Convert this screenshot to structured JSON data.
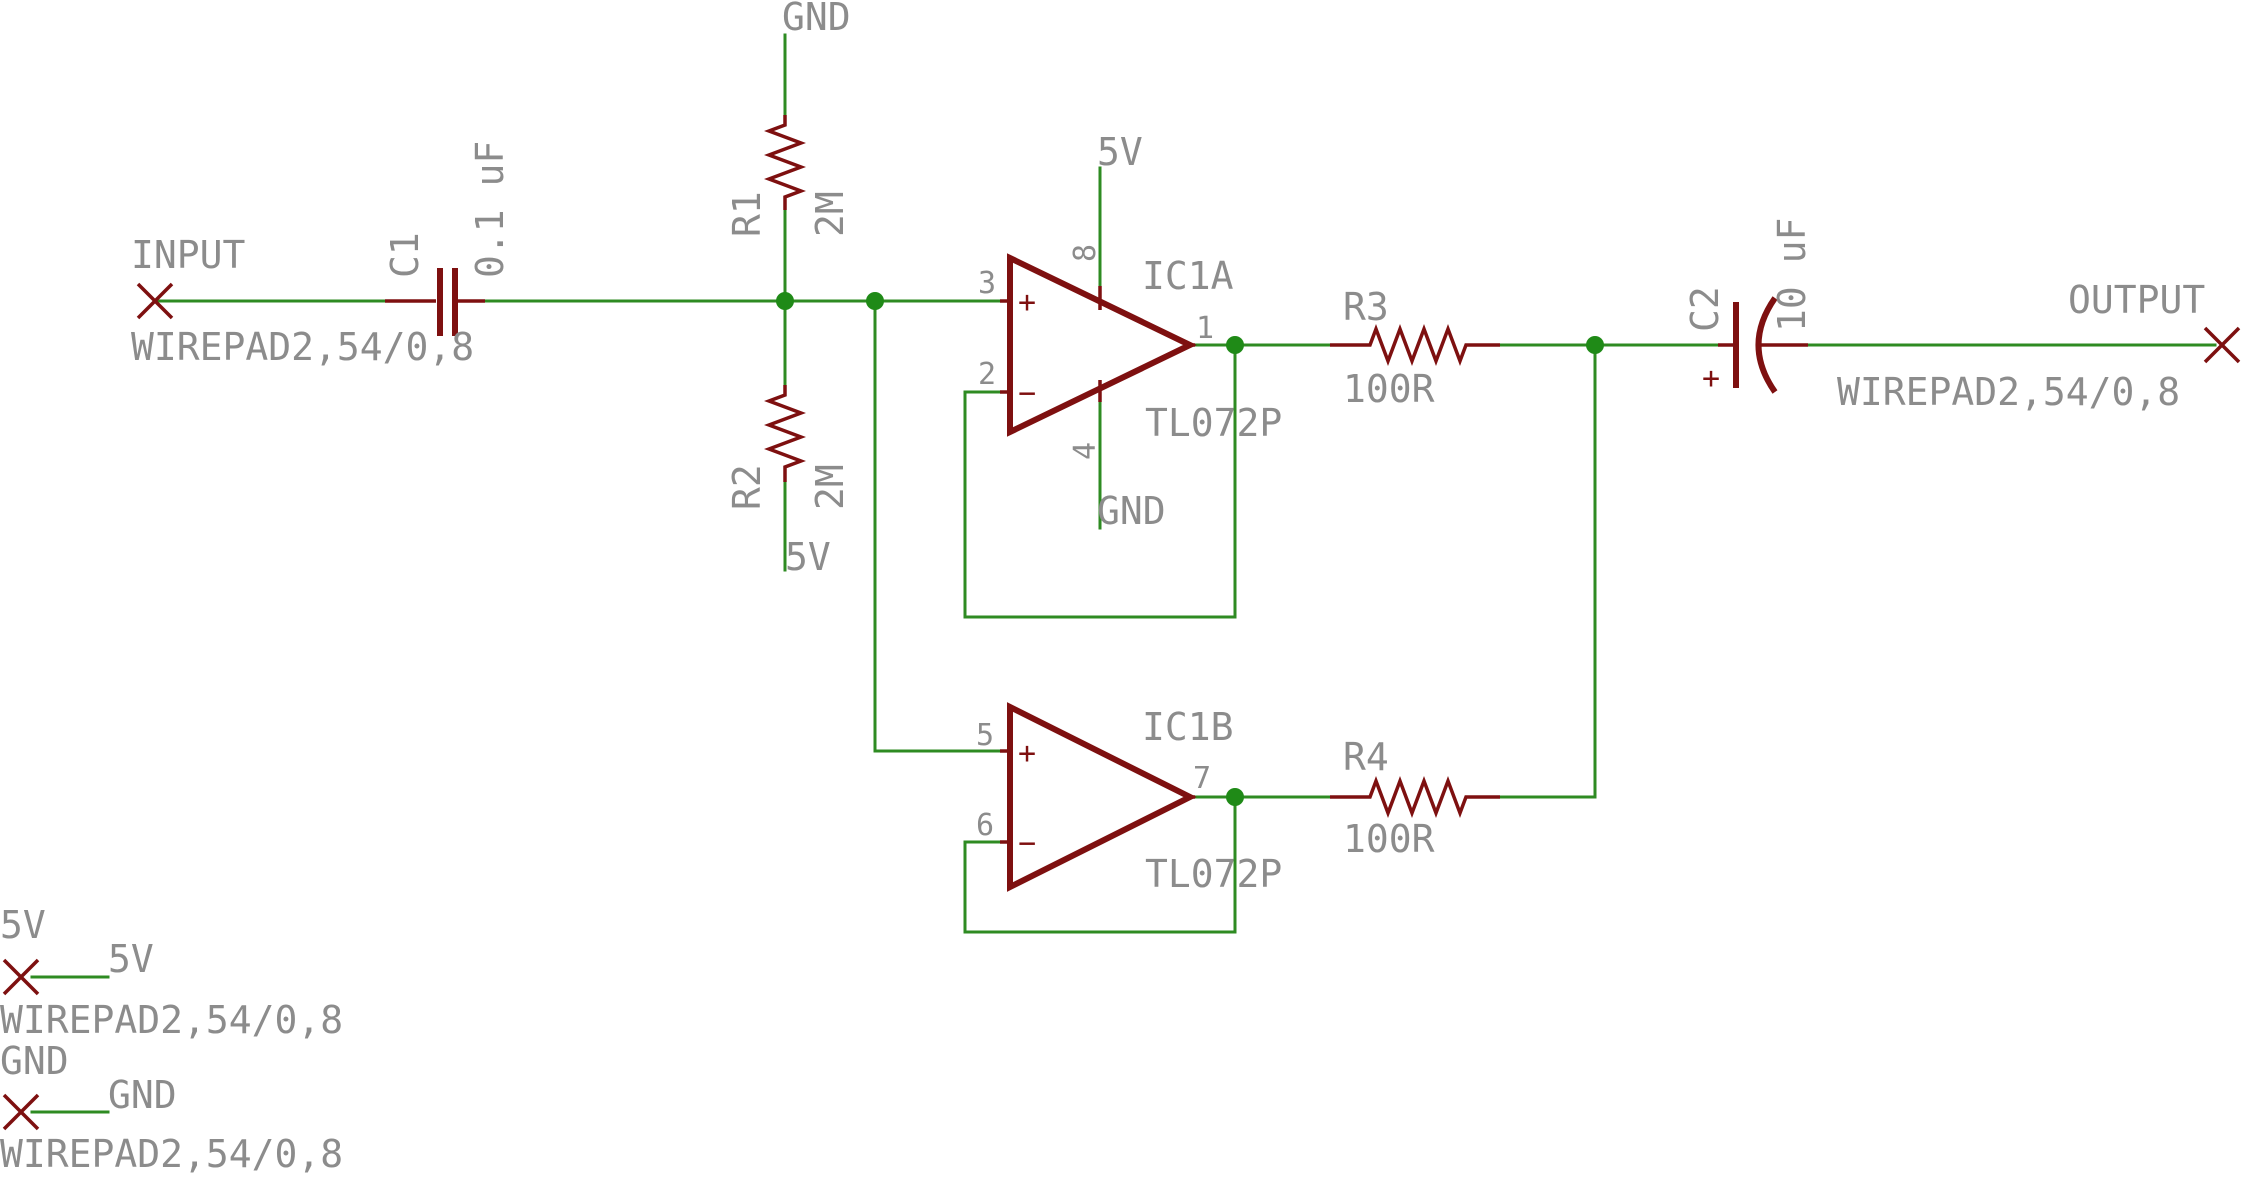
{
  "colors": {
    "wire": "#2e8b22",
    "part": "#7e1010",
    "label": "#8c8c8c",
    "junction": "#1f8a17"
  },
  "labels": {
    "input": "INPUT",
    "input_pad": "WIREPAD2,54/0,8",
    "c1_name": "C1",
    "c1_value": "0.1 uF",
    "r1_name": "R1",
    "r1_value": "2M",
    "r1_top_net": "GND",
    "r2_name": "R2",
    "r2_value": "2M",
    "r2_bottom_net": "5V",
    "ic1a_name": "IC1A",
    "ic1a_part": "TL072P",
    "ic1a_supply": "5V",
    "ic1a_gnd": "GND",
    "ic1b_name": "IC1B",
    "ic1b_part": "TL072P",
    "r3_name": "R3",
    "r3_value": "100R",
    "r4_name": "R4",
    "r4_value": "100R",
    "c2_name": "C2",
    "c2_value": "10 uF",
    "output": "OUTPUT",
    "output_pad": "WIREPAD2,54/0,8",
    "pwr_pad_name": "5V",
    "pwr_net": "5V",
    "pwr_pad": "WIREPAD2,54/0,8",
    "gnd_pad_name": "GND",
    "gnd_net": "GND",
    "gnd_pad": "WIREPAD2,54/0,8"
  },
  "pins": {
    "p3": "3",
    "p2": "2",
    "p1": "1",
    "p8": "8",
    "p4": "4",
    "p5": "5",
    "p6": "6",
    "p7": "7",
    "plus_a": "+",
    "minus_a": "−",
    "plus_b": "+",
    "minus_b": "−",
    "c2_plus": "+"
  }
}
